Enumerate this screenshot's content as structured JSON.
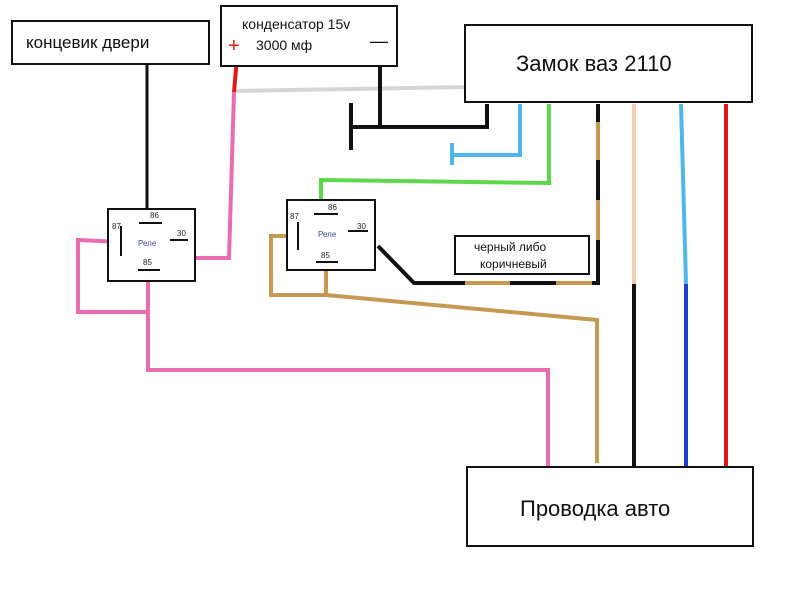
{
  "door_switch": {
    "label": "концевик двери"
  },
  "capacitor": {
    "label_line1": "конденсатор 15v",
    "label_line2": "3000 мф",
    "plus": "+",
    "minus": "—"
  },
  "lock": {
    "label": "Замок ваз 2110"
  },
  "wiring": {
    "label": "Проводка авто"
  },
  "note": {
    "line1": "черный либо",
    "line2": "коричневый"
  },
  "relay_left": {
    "name": "Реле",
    "pin87": "87",
    "pin86": "86",
    "pin30": "30",
    "pin85": "85"
  },
  "relay_right": {
    "name": "Реле",
    "pin87": "87",
    "pin86": "86",
    "pin30": "30",
    "pin85": "85"
  },
  "colors": {
    "pink": "#ea6bb0",
    "tan": "#c49a52",
    "black": "#111111",
    "green": "#5dd84a",
    "lightblue": "#4fb6ea",
    "peach": "#f3cdb2",
    "blue": "#1e3fcf",
    "red": "#e01818",
    "gray": "#d6d6d6"
  }
}
